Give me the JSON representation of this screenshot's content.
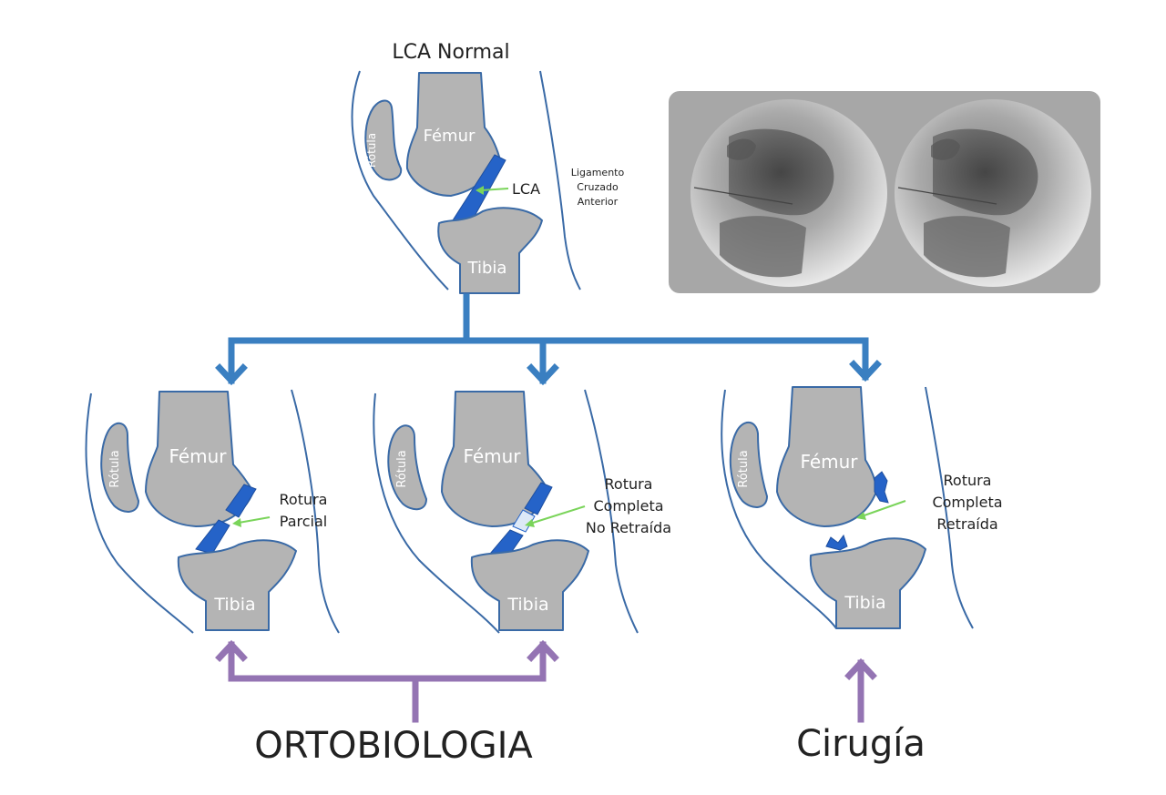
{
  "title": "LCA Normal",
  "normal": {
    "femur": "Fémur",
    "tibia": "Tibia",
    "rotula": "Rótula",
    "lca": "LCA",
    "ligament_line1": "Ligamento",
    "ligament_line2": "Cruzado",
    "ligament_line3": "Anterior"
  },
  "partial": {
    "femur": "Fémur",
    "tibia": "Tibia",
    "rotula": "Rótula",
    "label_line1": "Rotura",
    "label_line2": "Parcial"
  },
  "complete_non_retracted": {
    "femur": "Fémur",
    "tibia": "Tibia",
    "rotula": "Rótula",
    "label_line1": "Rotura",
    "label_line2": "Completa",
    "label_line3": "No Retraída"
  },
  "complete_retracted": {
    "femur": "Fémur",
    "tibia": "Tibia",
    "rotula": "Rótula",
    "label_line1": "Rotura",
    "label_line2": "Completa",
    "label_line3": "Retraída"
  },
  "treatments": {
    "orthobiology": "ORTOBIOLOGIA",
    "surgery": "Cirugía"
  },
  "colors": {
    "bone": "#b4b4b4",
    "outline": "#3a6aa6",
    "ligament": "#2563c8",
    "blue_arrow": "#3a7fc1",
    "purple_arrow": "#9474b3",
    "pointer": "#7ad45a"
  }
}
